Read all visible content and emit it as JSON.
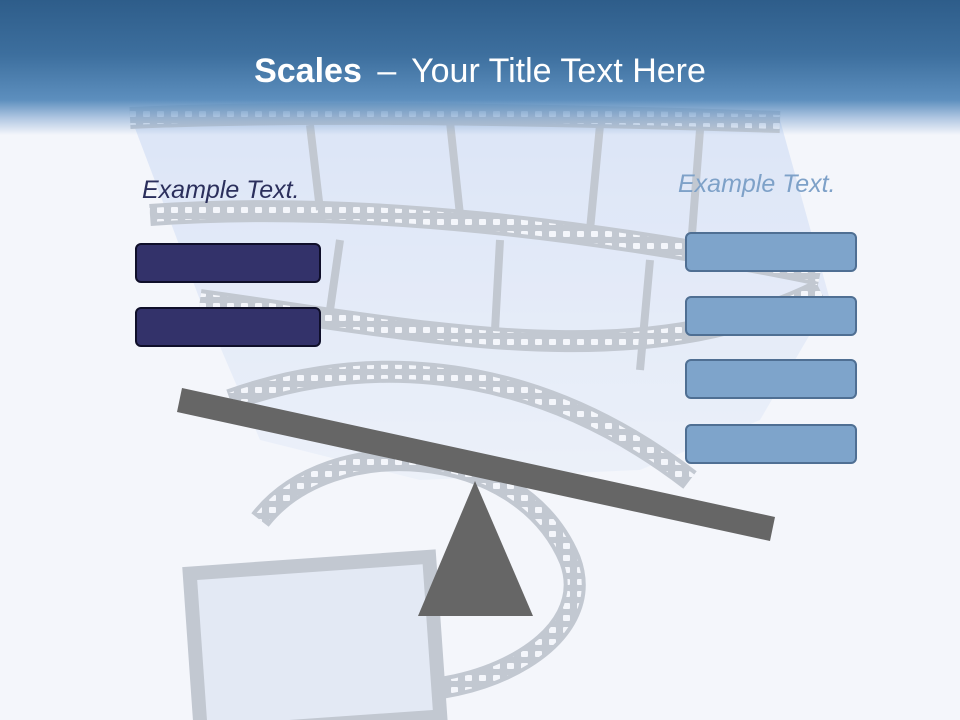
{
  "title": {
    "bold": "Scales",
    "separator": "–",
    "rest": "Your Title Text Here"
  },
  "left_group": {
    "label": "Example Text.",
    "bar_count": 2,
    "bar_color": "#33326a"
  },
  "right_group": {
    "label": "Example Text.",
    "bar_count": 4,
    "bar_color": "#7ea4cb"
  },
  "colors": {
    "header": "#2e5d8a",
    "beam": "#666666",
    "fulcrum": "#666666",
    "left_label": "#2b2f5c",
    "right_label": "#7ea1c8"
  },
  "background_image": "film-strip-swirl"
}
